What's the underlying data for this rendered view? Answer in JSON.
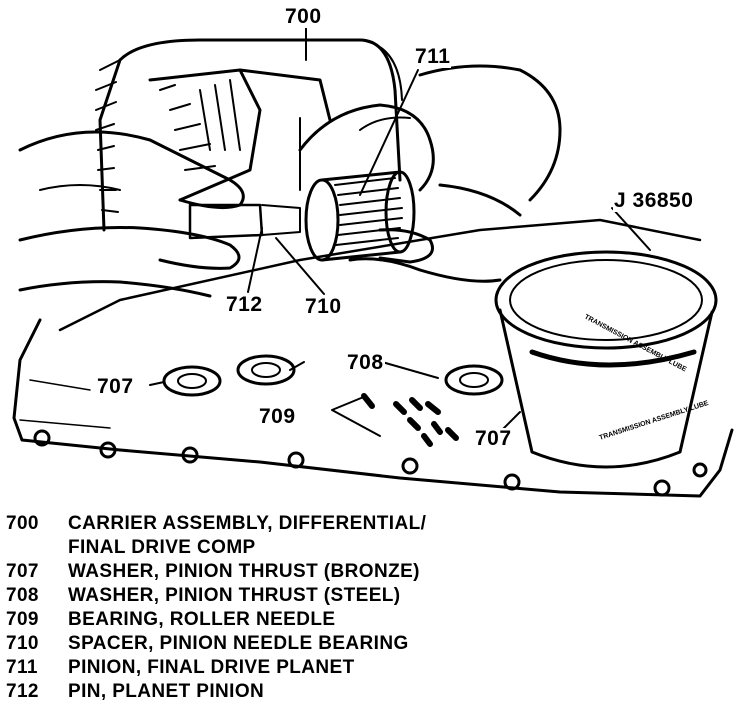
{
  "figure": {
    "callouts": {
      "c700": "700",
      "c711": "711",
      "cJ": "J 36850",
      "c712": "712",
      "c710": "710",
      "c708": "708",
      "c707a": "707",
      "c709": "709",
      "c707b": "707"
    },
    "cup_label": "TRANSMISSION ASSEMBLY LUBE",
    "cup_rim_label": "TRANSMISSION ASSEMBLY LUBE"
  },
  "legend": [
    {
      "code": "700",
      "desc": "CARRIER ASSEMBLY, DIFFERENTIAL/"
    },
    {
      "code": "",
      "desc": "FINAL DRIVE COMP"
    },
    {
      "code": "707",
      "desc": "WASHER, PINION THRUST (BRONZE)"
    },
    {
      "code": "708",
      "desc": "WASHER, PINION THRUST (STEEL)"
    },
    {
      "code": "709",
      "desc": "BEARING, ROLLER NEEDLE"
    },
    {
      "code": "710",
      "desc": "SPACER, PINION NEEDLE BEARING"
    },
    {
      "code": "711",
      "desc": "PINION, FINAL DRIVE PLANET"
    },
    {
      "code": "712",
      "desc": "PIN, PLANET PINION"
    }
  ]
}
